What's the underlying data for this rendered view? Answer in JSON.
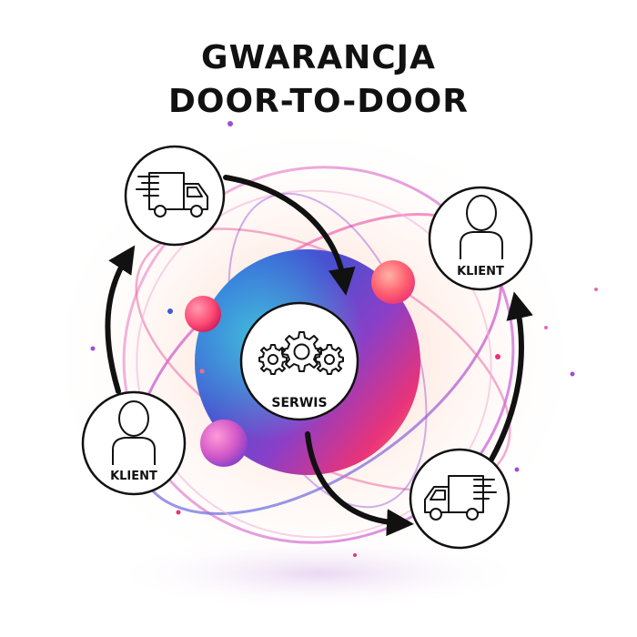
{
  "title": {
    "line1": "GWARANCJA",
    "line2": "DOOR-TO-DOOR"
  },
  "nodes": {
    "top_truck": {
      "icon": "delivery-truck-icon"
    },
    "top_client": {
      "label": "KLIENT",
      "icon": "person-icon"
    },
    "center_service": {
      "label": "SERWIS",
      "icon": "gears-icon"
    },
    "bottom_client": {
      "label": "KLIENT",
      "icon": "person-icon"
    },
    "bottom_truck": {
      "icon": "delivery-truck-icon"
    }
  },
  "flow": [
    {
      "from": "bottom_client",
      "to": "top_truck"
    },
    {
      "from": "top_truck",
      "to": "center_service"
    },
    {
      "from": "center_service",
      "to": "bottom_truck"
    },
    {
      "from": "bottom_truck",
      "to": "top_client"
    }
  ],
  "colors": {
    "ink": "#111111",
    "sphere_blue": "#3b5bd8",
    "sphere_magenta": "#e8337a",
    "orbit_pink": "#e86aa8",
    "orbit_purple": "#9a4fd8",
    "accent_cyan": "#3ee6e0"
  }
}
